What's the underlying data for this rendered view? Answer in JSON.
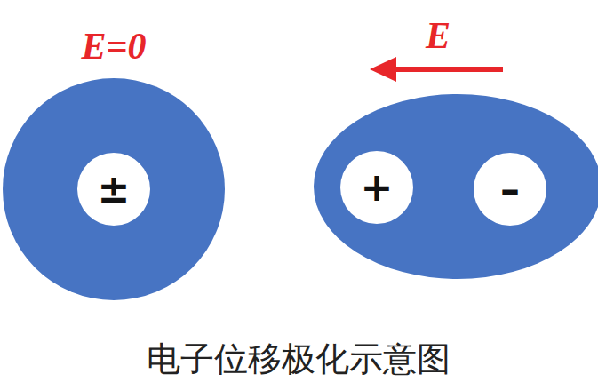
{
  "diagram": {
    "caption": "电子位移极化示意图",
    "nodes": [
      {
        "text": [
          "±"
        ]
      },
      {
        "text": [
          "+"
        ]
      },
      {
        "text": [
          "–"
        ]
      }
    ],
    "labels": [
      "E=0",
      "E"
    ]
  }
}
